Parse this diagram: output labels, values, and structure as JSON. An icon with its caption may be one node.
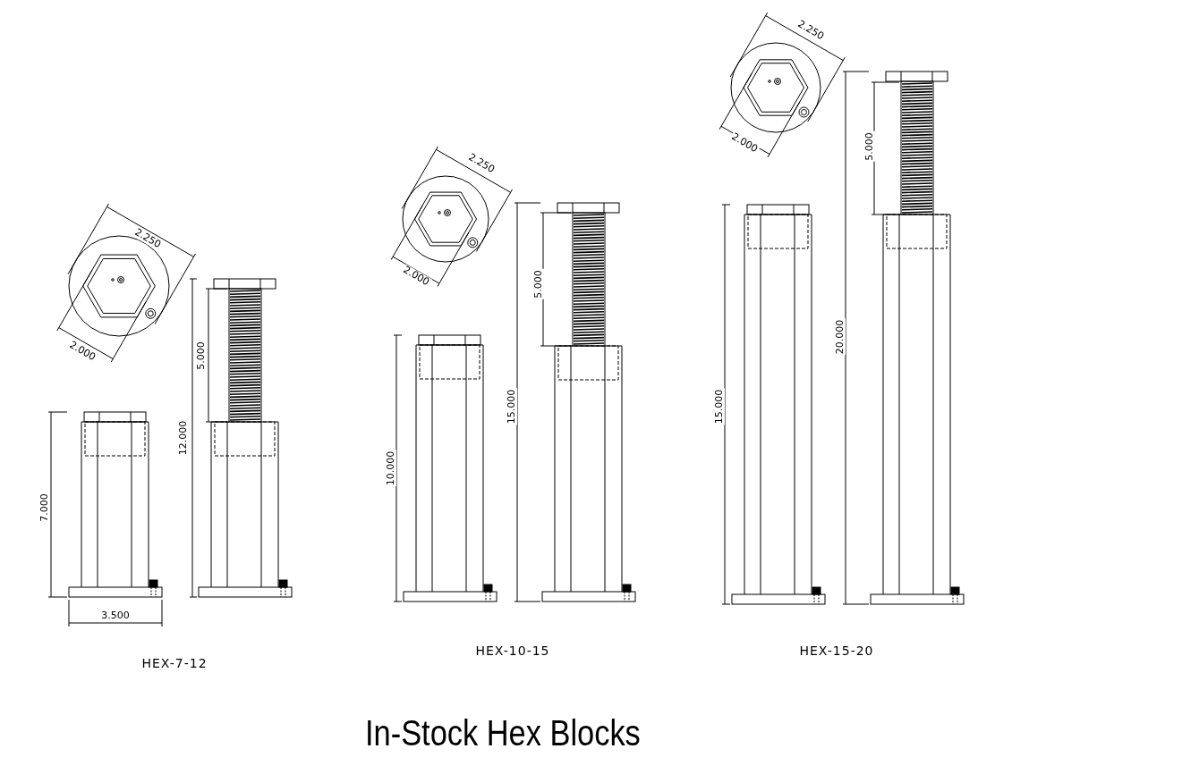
{
  "diagram": {
    "title": "In-Stock Hex Blocks",
    "labels": [
      "2.250",
      "2.000",
      "5.000",
      "12.000",
      "7.000",
      "3.500",
      "HEX-7-12",
      "2.250",
      "2.000",
      "5.000",
      "15.000",
      "10.000",
      "HEX-10-15",
      "2.250",
      "2.000",
      "5.000",
      "20.000",
      "15.000",
      "HEX-15-20"
    ]
  }
}
